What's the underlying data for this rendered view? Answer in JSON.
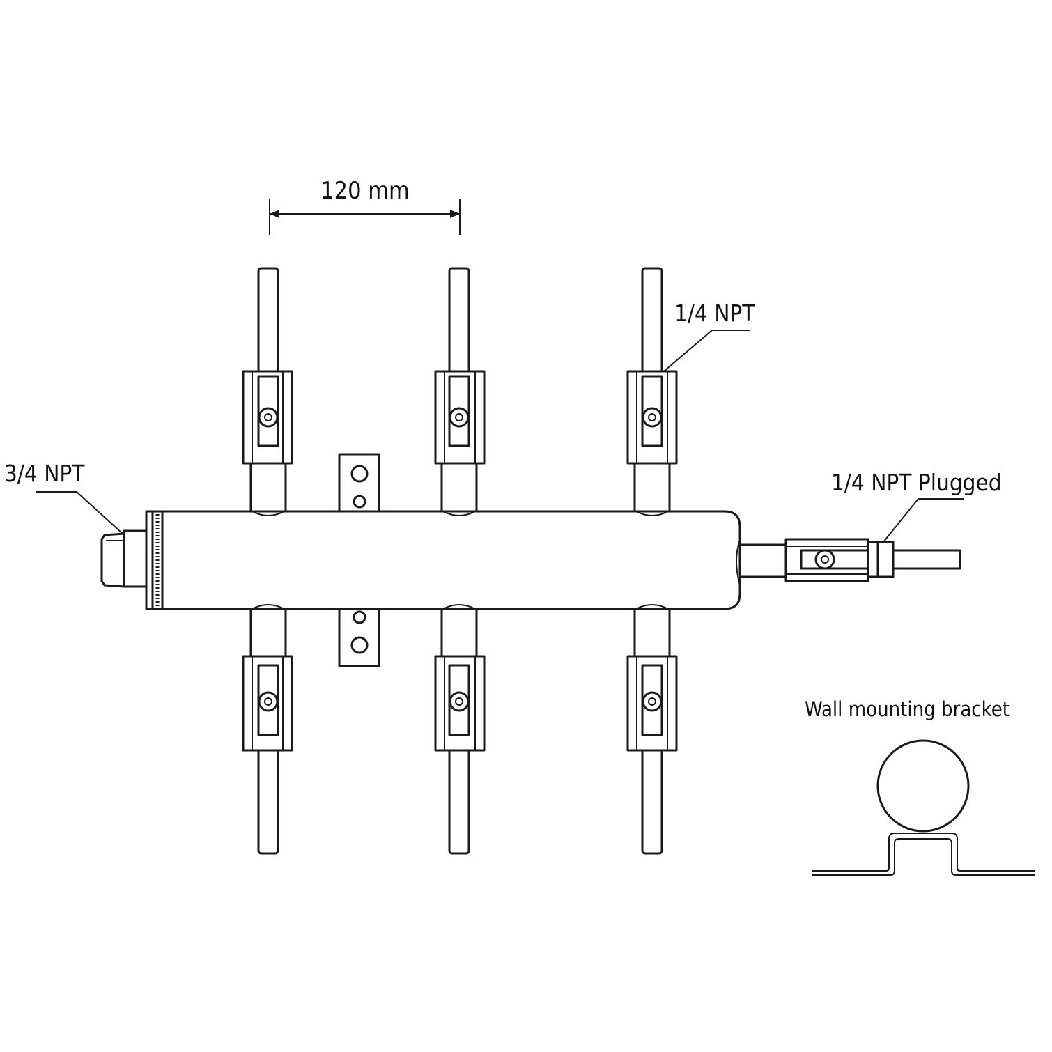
{
  "labels": {
    "dimension": "120 mm",
    "inlet": "3/4 NPT",
    "outlet": "1/4 NPT",
    "end_port": "1/4 NPT Plugged",
    "bracket": "Wall mounting bracket"
  }
}
